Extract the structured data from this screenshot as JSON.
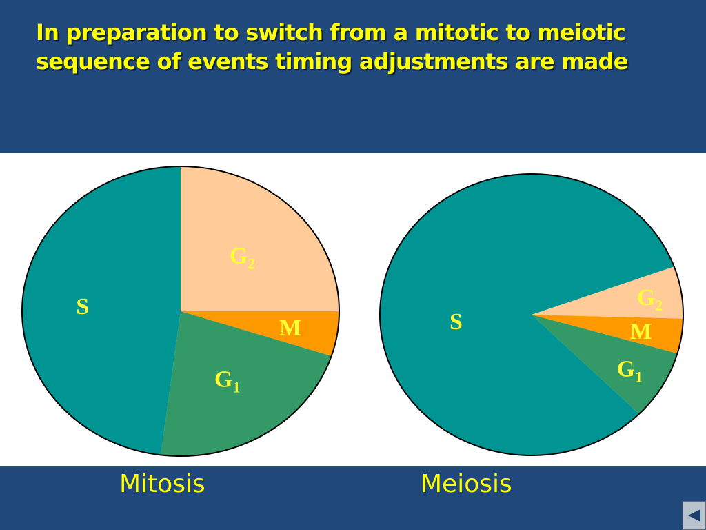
{
  "slide": {
    "title_lines": [
      "In preparation to switch from a mitotic to meiotic",
      "sequence of events timing adjustments are made"
    ]
  },
  "colors": {
    "band": "#21487a",
    "title": "#ffff00",
    "S": "#009593",
    "G2": "#ffcc99",
    "M": "#ff9900",
    "G1": "#339966",
    "label": "#ffff33"
  },
  "chart_data": [
    {
      "type": "pie",
      "caption": "Mitosis",
      "start_angle_deg": 90,
      "slices": [
        {
          "key": "G2",
          "label": "G",
          "sub": "2",
          "value": 25
        },
        {
          "key": "M",
          "label": "M",
          "sub": "",
          "value": 5
        },
        {
          "key": "G1",
          "label": "G",
          "sub": "1",
          "value": 22
        },
        {
          "key": "S",
          "label": "S",
          "sub": "",
          "value": 48
        }
      ]
    },
    {
      "type": "pie",
      "caption": "Meiosis",
      "start_angle_deg": 20,
      "slices": [
        {
          "key": "G2",
          "label": "G",
          "sub": "2",
          "value": 6
        },
        {
          "key": "M",
          "label": "M",
          "sub": "",
          "value": 4
        },
        {
          "key": "G1",
          "label": "G",
          "sub": "1",
          "value": 8
        },
        {
          "key": "S",
          "label": "S",
          "sub": "",
          "value": 82
        }
      ]
    }
  ],
  "nav": {
    "back_icon": "back-arrow-icon"
  }
}
